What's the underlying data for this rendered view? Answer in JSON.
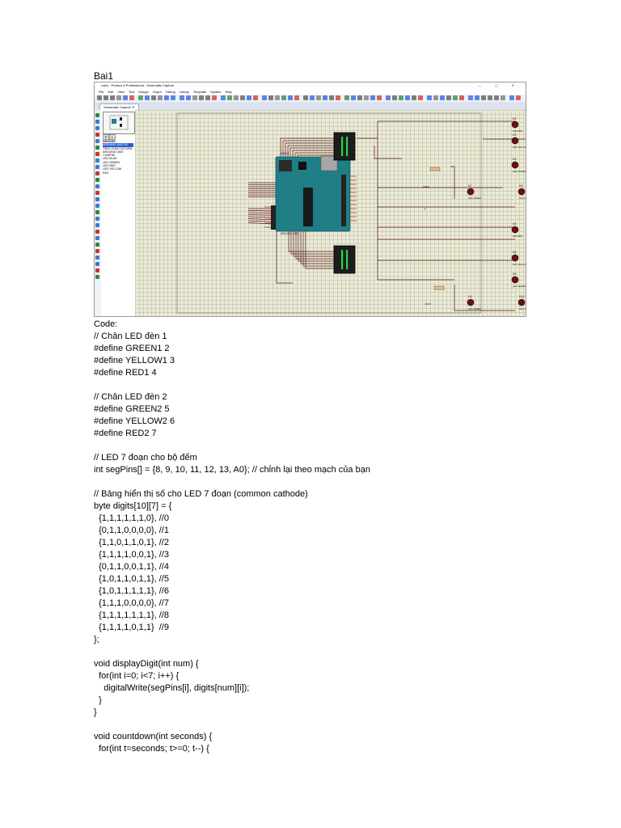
{
  "doc": {
    "title": "Bai1"
  },
  "app": {
    "window_title": "Lab4 - Proteus 8 Professional - Schematic Capture",
    "window_controls": "— ◻ ✕",
    "menu": [
      "File",
      "Edit",
      "View",
      "Tool",
      "Design",
      "Graph",
      "Debug",
      "Library",
      "Template",
      "System",
      "Help"
    ],
    "tab_label": "Schematic Capture",
    "tab_close": "✕",
    "panel_btn_p": "P",
    "panel_btn_l": "L",
    "devices_header": "DEVICES",
    "devices": [
      "ARDUINO UNO R3",
      "7SEG-COM-CAT-GRN",
      "ARDUINO UNO",
      "COMPIM",
      "LED-BLUE",
      "LED-GREEN",
      "LED-RED",
      "LED-YELLOW",
      "RES"
    ],
    "selected_device_index": 0
  },
  "schematic": {
    "arduino_ref": "ARD1",
    "arduino_sub": "ARDUINO UNO",
    "leds": [
      {
        "ref": "D1",
        "type": "LED-RED"
      },
      {
        "ref": "D2",
        "type": "LED-YELLOW"
      },
      {
        "ref": "D3",
        "type": "LED-GREEN"
      },
      {
        "ref": "D7",
        "type": "LED-GREEN"
      },
      {
        "ref": "D8",
        "type": "LED-GREEN"
      },
      {
        "ref": "D4",
        "type": "LED-RED"
      },
      {
        "ref": "D5",
        "type": "LED-YELLOW"
      },
      {
        "ref": "D6",
        "type": "LED-GREEN"
      },
      {
        "ref": "D9",
        "type": "LED-GREEN"
      },
      {
        "ref": "D10",
        "type": "LED-GREEN"
      }
    ],
    "colors": {
      "led": "#6b0f17",
      "display": "#1c1c1c",
      "segment": "#22d94a",
      "wire": "#5a1a1a",
      "board": "#1f7e86"
    }
  },
  "code_lines": [
    "Code:",
    "// Chân LED đèn 1",
    "#define GREEN1 2",
    "#define YELLOW1 3",
    "#define RED1 4",
    "",
    "// Chân LED đèn 2",
    "#define GREEN2 5",
    "#define YELLOW2 6",
    "#define RED2 7",
    "",
    "// LED 7 đoạn cho bộ đếm",
    "int segPins[] = {8, 9, 10, 11, 12, 13, A0}; // chỉnh lại theo mạch của bạn",
    "",
    "// Bảng hiển thị số cho LED 7 đoạn (common cathode)",
    "byte digits[10][7] = {",
    "  {1,1,1,1,1,1,0}, //0",
    "  {0,1,1,0,0,0,0}, //1",
    "  {1,1,0,1,1,0,1}, //2",
    "  {1,1,1,1,0,0,1}, //3",
    "  {0,1,1,0,0,1,1}, //4",
    "  {1,0,1,1,0,1,1}, //5",
    "  {1,0,1,1,1,1,1}, //6",
    "  {1,1,1,0,0,0,0}, //7",
    "  {1,1,1,1,1,1,1}, //8",
    "  {1,1,1,1,0,1,1}  //9",
    "};",
    "",
    "void displayDigit(int num) {",
    "  for(int i=0; i<7; i++) {",
    "    digitalWrite(segPins[i], digits[num][i]);",
    "  }",
    "}",
    "",
    "void countdown(int seconds) {",
    "  for(int t=seconds; t>=0; t--) {"
  ]
}
